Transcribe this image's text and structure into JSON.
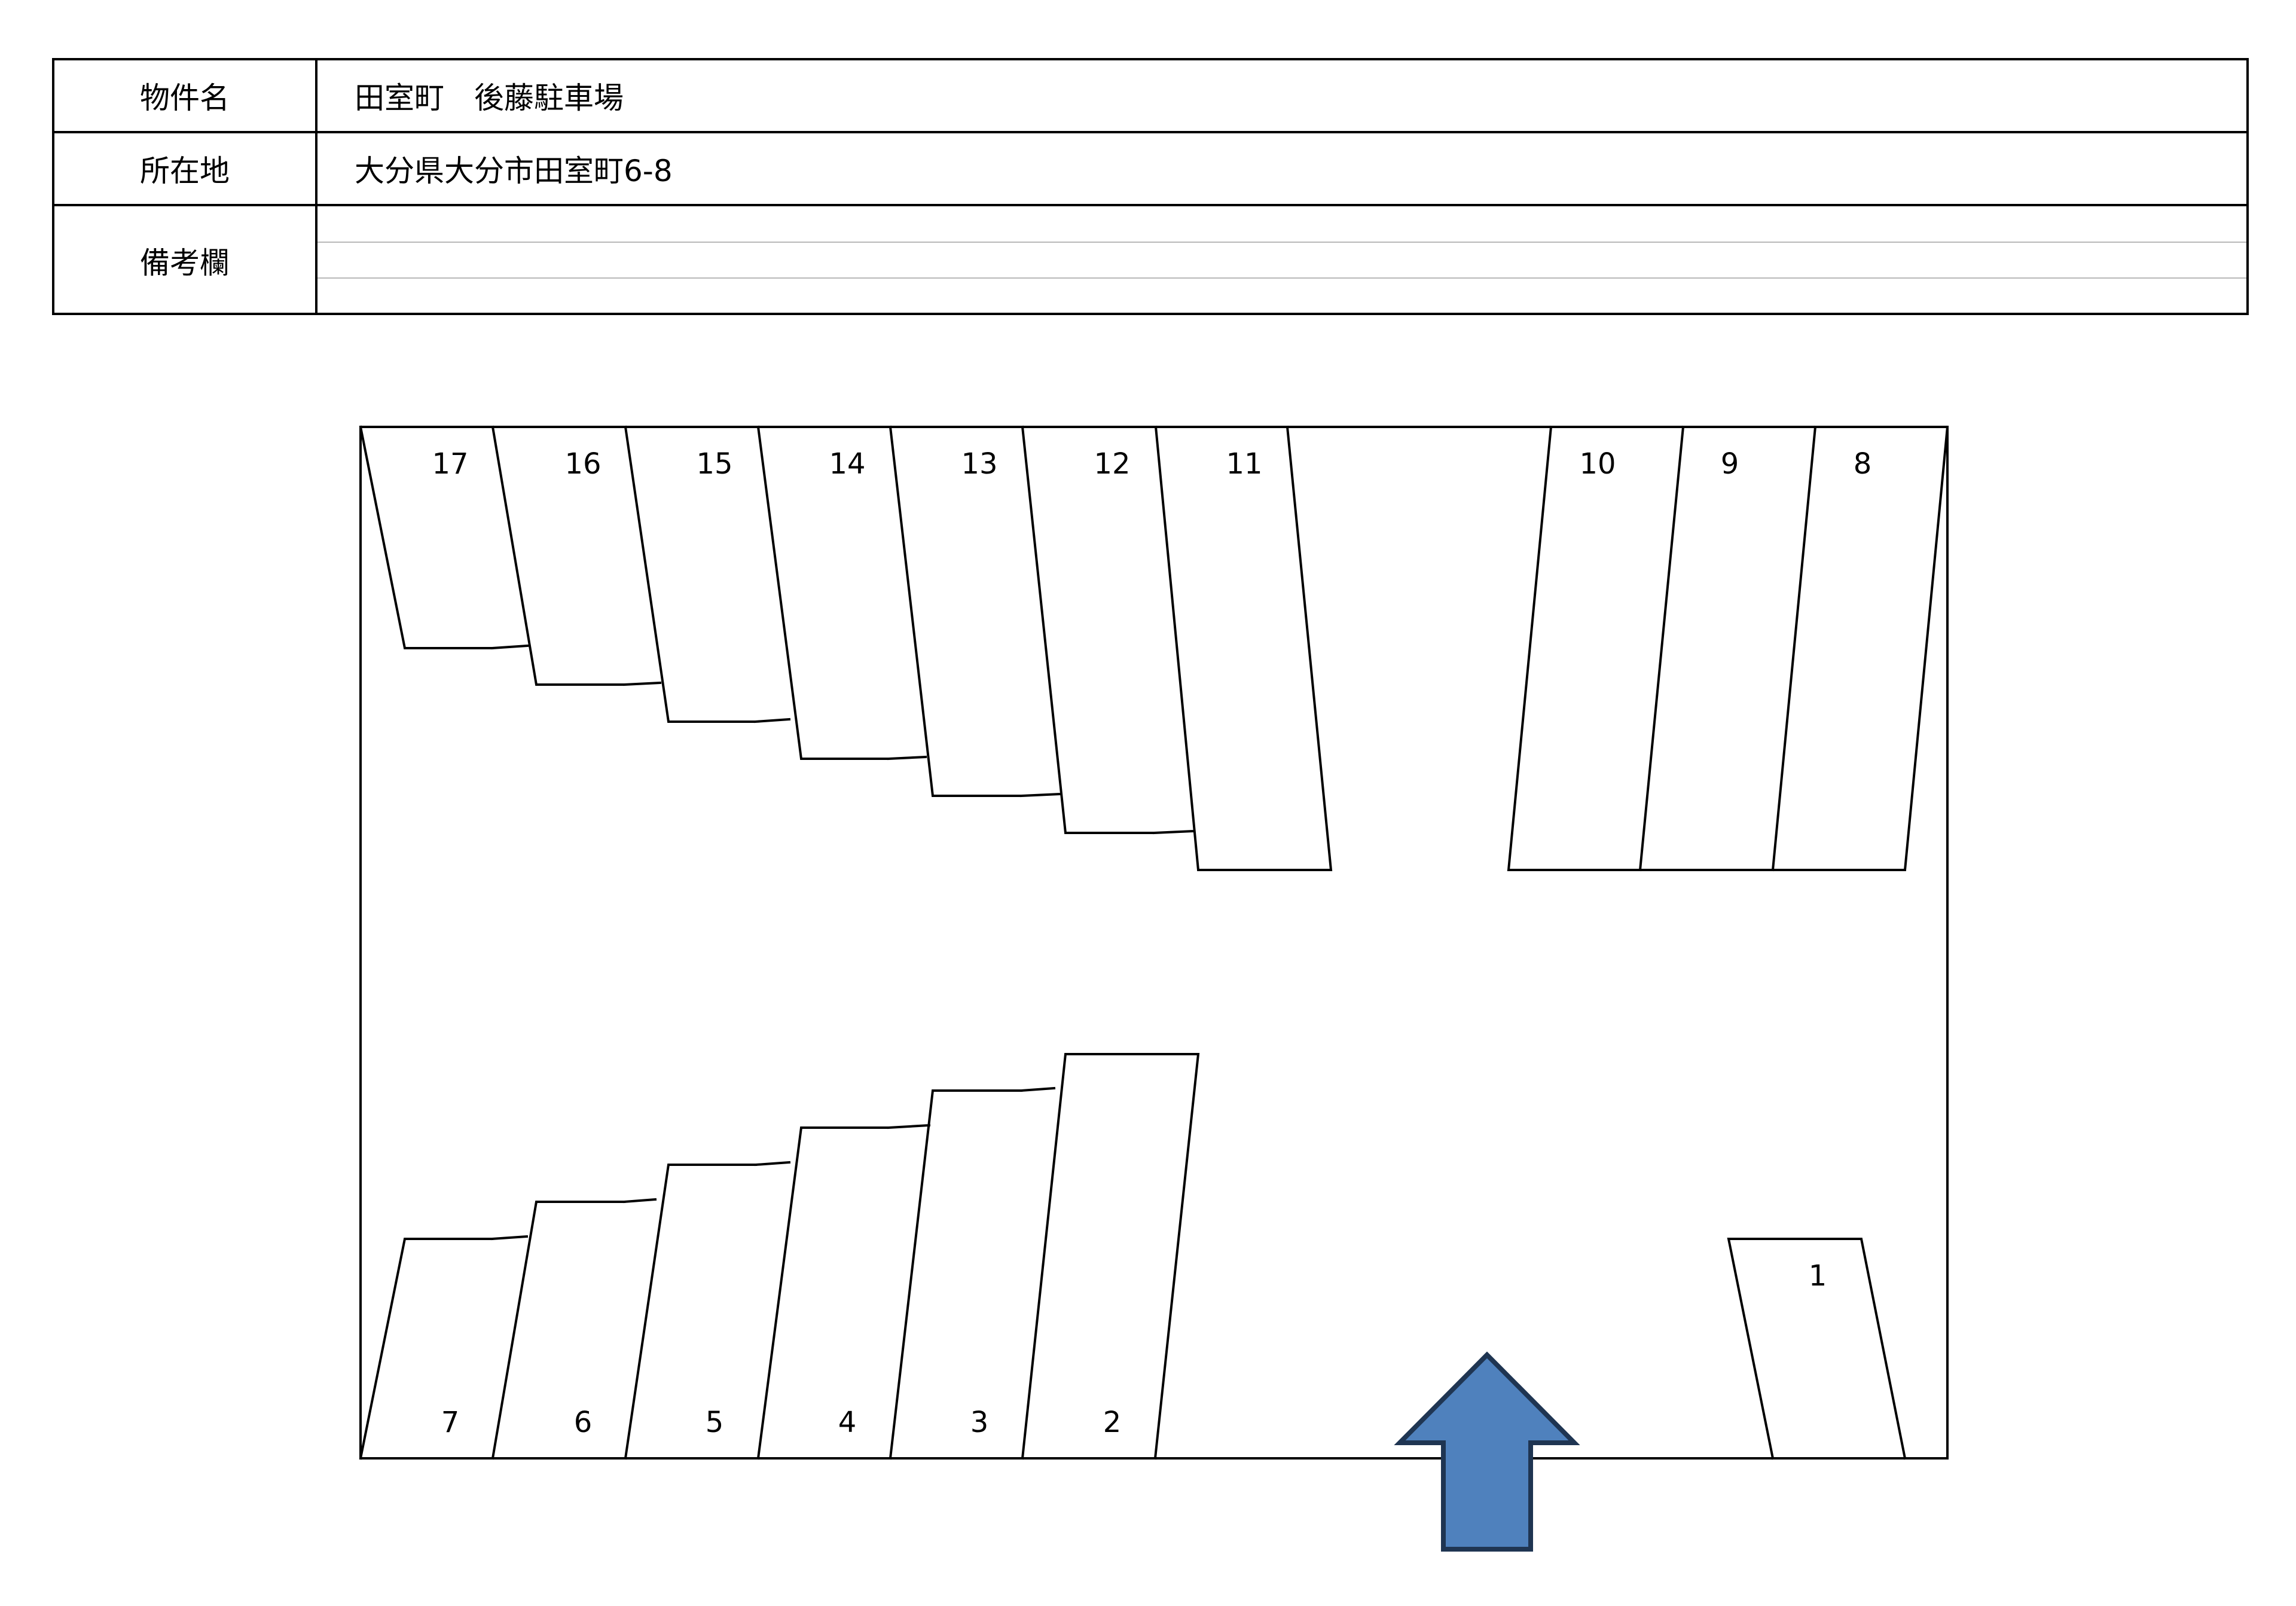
{
  "info": {
    "name_label": "物件名",
    "name_value": "田室町　後藤駐車場",
    "location_label": "所在地",
    "location_value": "大分県大分市田室町6-8",
    "remarks_label": "備考欄",
    "remarks_lines": [
      "",
      "",
      ""
    ]
  },
  "lot": {
    "slot_numbers": [
      "1",
      "2",
      "3",
      "4",
      "5",
      "6",
      "7",
      "8",
      "9",
      "10",
      "11",
      "12",
      "13",
      "14",
      "15",
      "16",
      "17"
    ],
    "entrance_arrow_color": "#4f81bd",
    "entrance_arrow_border": "#1f3552"
  }
}
